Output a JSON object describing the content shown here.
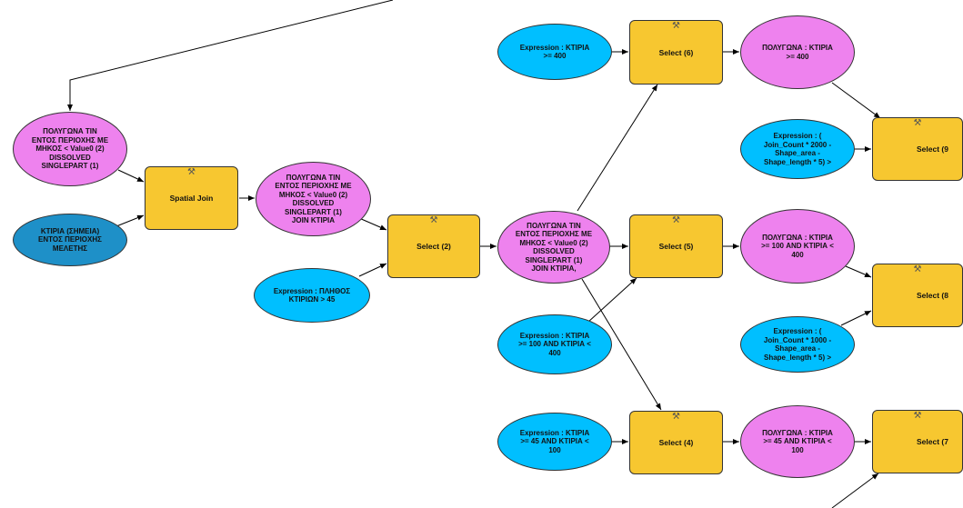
{
  "nodes": {
    "poly_dissolved": "ΠΟΛΥΓΩΝΑ ΤΙΝ\nΕΝΤΟΣ ΠΕΡΙΟΧΗΣ ΜΕ\nΜΗΚΟΣ < Value0 (2)\nDISSOLVED\nSINGLEPART (1)",
    "buildings_points": "ΚΤΙΡΙΑ (ΣΗΜΕΙΑ)\nΕΝΤΟΣ ΠΕΡΙΟΧΗΣ\nΜΕΛΕΤΗΣ",
    "spatial_join": "Spatial Join",
    "poly_join": "ΠΟΛΥΓΩΝΑ ΤΙΝ\nΕΝΤΟΣ ΠΕΡΙΟΧΗΣ ΜΕ\nΜΗΚΟΣ < Value0 (2)\nDISSOLVED\nSINGLEPART (1)\nJOIN ΚΤΙΡΙΑ",
    "expr_plithos": "Expression : ΠΛΗΘΟΣ\nΚΤΙΡΙΩΝ > 45",
    "select2": "Select (2)",
    "poly_join2": "ΠΟΛΥΓΩΝΑ ΤΙΝ\nΕΝΤΟΣ ΠΕΡΙΟΧΗΣ ΜΕ\nΜΗΚΟΣ < Value0 (2)\nDISSOLVED\nSINGLEPART (1)\nJOIN ΚΤΙΡΙΑ,",
    "expr_400": "Expression : ΚΤΙΡΙΑ\n>= 400",
    "select6": "Select (6)",
    "poly_400": "ΠΟΛΥΓΩΝΑ : ΚΤΙΡΙΑ\n>= 400",
    "expr_2000": "Expression : (\nJoin_Count * 2000 -\nShape_area -\nShape_length * 5) >",
    "select_top": "Select (9",
    "expr_100_400": "Expression : ΚΤΙΡΙΑ\n>= 100 AND ΚΤΙΡΙΑ <\n400",
    "select5": "Select (5)",
    "poly_100_400": "ΠΟΛΥΓΩΝΑ : ΚΤΙΡΙΑ\n>= 100 AND ΚΤΙΡΙΑ <\n400",
    "expr_1000": "Expression : (\nJoin_Count * 1000 -\nShape_area -\nShape_length * 5) >",
    "select_mid": "Select (8",
    "expr_45_100": "Expression : ΚΤΙΡΙΑ\n>= 45 AND ΚΤΙΡΙΑ <\n100",
    "select4": "Select (4)",
    "poly_45_100": "ΠΟΛΥΓΩΝΑ : ΚΤΙΡΙΑ\n>= 45 AND ΚΤΙΡΙΑ <\n100",
    "select_bot": "Select (7"
  },
  "colors": {
    "data_output": "#ee82ee",
    "variable": "#00bfff",
    "input_data": "#1e90c8",
    "tool": "#f7c730"
  },
  "icons": {
    "tool": "hammer-icon"
  }
}
